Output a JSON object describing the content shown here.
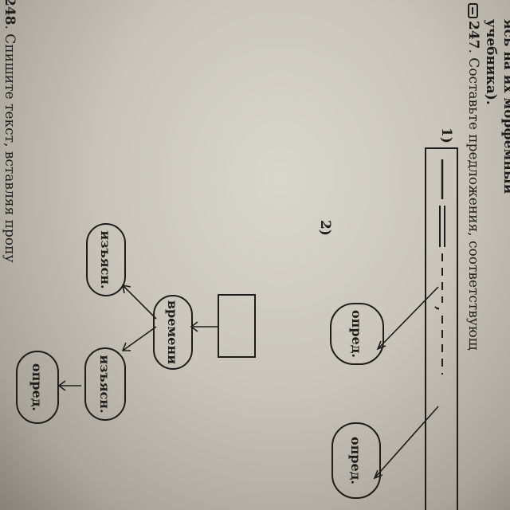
{
  "text": {
    "line_prev_1": "ясь на их морфемный",
    "line_prev_2": "учебника).",
    "ex247_num": "247",
    "ex247_text": ". Составьте предложения, соответствующ",
    "ex248_num": "248",
    "ex248_text": ". Спишите текст, вставляя пропу"
  },
  "scheme1": {
    "number": "1)",
    "oval_left": "опред.",
    "oval_right": "опред."
  },
  "scheme2": {
    "number": "2)",
    "oval_main": "времени",
    "oval_top": "изъясн.",
    "oval_bottom": "изъясн.",
    "oval_last": "опред."
  },
  "icons": [
    "book-icon"
  ],
  "colors": {
    "ink": "#1e1d1b",
    "paper": "#d2cec4"
  }
}
